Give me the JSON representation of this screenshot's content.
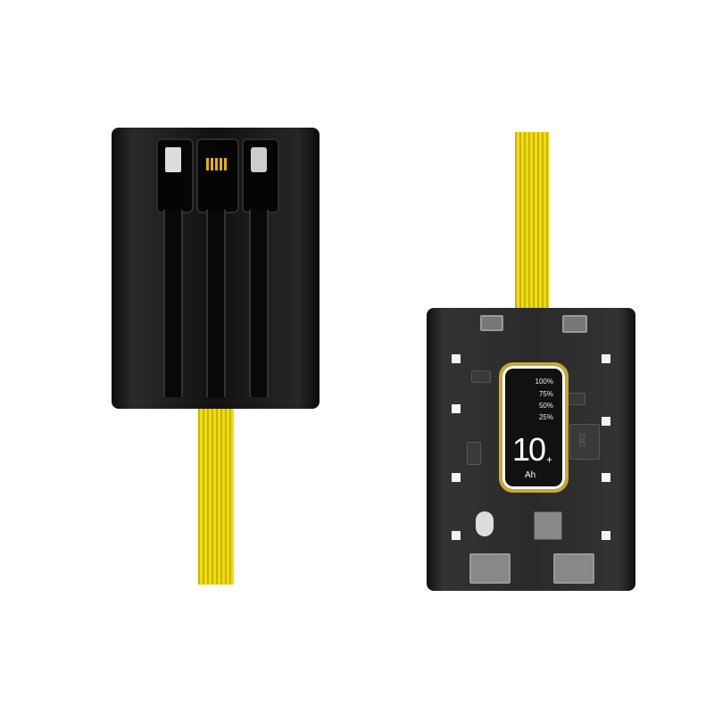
{
  "product": {
    "display": {
      "levels": [
        "100%",
        "75%",
        "50%",
        "25%"
      ],
      "capacity": "10",
      "plus": "+",
      "unit": "Ah"
    },
    "inductor_label": "2R2"
  },
  "colors": {
    "cable": "#f0dc10",
    "body": "#111111",
    "display_ring": "#c5a935"
  }
}
